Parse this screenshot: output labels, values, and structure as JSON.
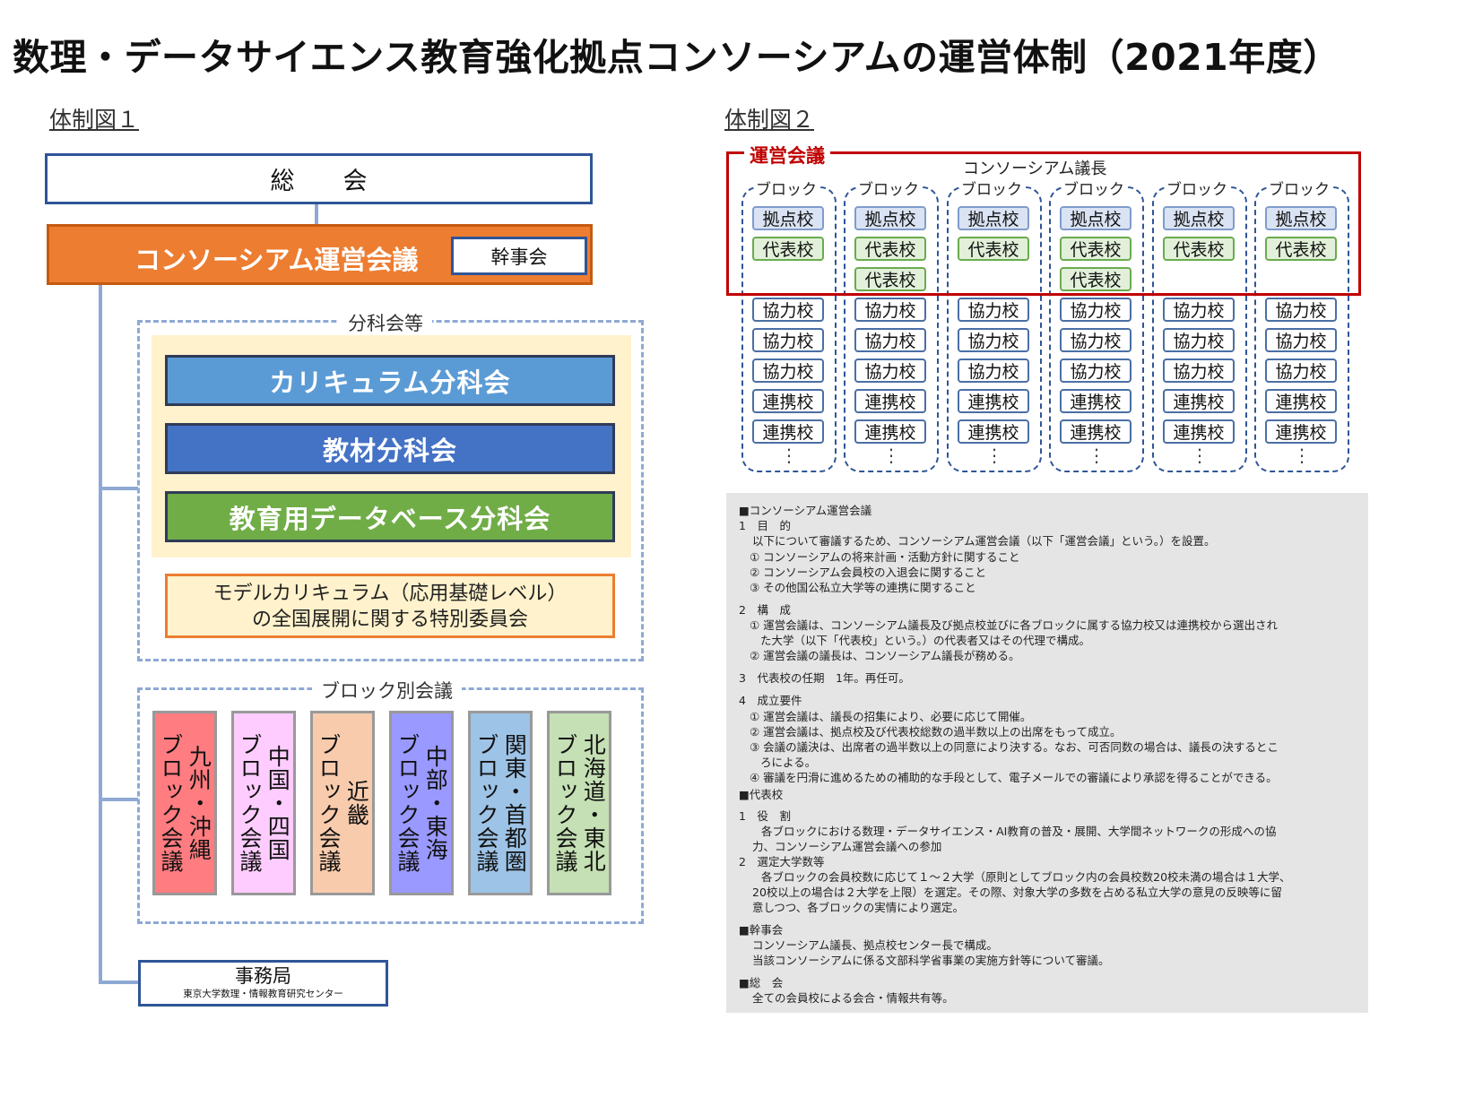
{
  "title": "数理・データサイエンス教育強化拠点コンソーシアムの運営体制（2021年度）",
  "figure1": {
    "label": "体制図１",
    "general_meeting": "総　　会",
    "steering": {
      "label": "コンソーシアム運営会議",
      "sub": "幹事会"
    },
    "subcommittees_caption": "分科会等",
    "subcommittees": [
      "カリキュラム分科会",
      "教材分科会",
      "教育用データベース分科会"
    ],
    "special_committee": [
      "モデルカリキュラム（応用基礎レベル）",
      "の全国展開に関する特別委員会"
    ],
    "blocks_caption": "ブロック別会議",
    "blocks": [
      {
        "label": "九州・沖縄\nブロック会議",
        "color": "#ff7c80"
      },
      {
        "label": "中国・四国\nブロック会議",
        "color": "#ffccff"
      },
      {
        "label": "近畿\nブロック会議",
        "color": "#f8cbad"
      },
      {
        "label": "中部・東海\nブロック会議",
        "color": "#9999ff"
      },
      {
        "label": "関東・首都圏\nブロック会議",
        "color": "#9dc3e6"
      },
      {
        "label": "北海道・東北\nブロック会議",
        "color": "#c5e0b4"
      }
    ],
    "secretariat": {
      "label": "事務局",
      "sub": "東京大学数理・情報教育研究センター"
    }
  },
  "figure2": {
    "label": "体制図２",
    "frame_label": "運営会議",
    "chair": "コンソーシアム議長",
    "columns": [
      {
        "caption": "ブロック",
        "schools": [
          "拠点校",
          "代表校",
          "協力校",
          "協力校",
          "協力校",
          "連携校",
          "連携校"
        ]
      },
      {
        "caption": "ブロック",
        "schools": [
          "拠点校",
          "代表校",
          "代表校",
          "協力校",
          "協力校",
          "協力校",
          "連携校",
          "連携校"
        ]
      },
      {
        "caption": "ブロック",
        "schools": [
          "拠点校",
          "代表校",
          "協力校",
          "協力校",
          "協力校",
          "連携校",
          "連携校"
        ]
      },
      {
        "caption": "ブロック",
        "schools": [
          "拠点校",
          "代表校",
          "代表校",
          "協力校",
          "協力校",
          "協力校",
          "連携校",
          "連携校"
        ]
      },
      {
        "caption": "ブロック",
        "schools": [
          "拠点校",
          "代表校",
          "協力校",
          "協力校",
          "協力校",
          "連携校",
          "連携校"
        ]
      },
      {
        "caption": "ブロック",
        "schools": [
          "拠点校",
          "代表校",
          "協力校",
          "協力校",
          "協力校",
          "連携校",
          "連携校"
        ]
      }
    ],
    "ellipsis": "⋮"
  },
  "text_panel": [
    "■コンソーシアム運営会議",
    "1　目　的",
    "以下について審議するため、コンソーシアム運営会議（以下「運営会議」という。）を設置。",
    "① コンソーシアムの将来計画・活動方針に関すること",
    "② コンソーシアム会員校の入退会に関すること",
    "③ その他国公私立大学等の連携に関すること",
    "2　構　成",
    "① 運営会議は、コンソーシアム議長及び拠点校並びに各ブロックに属する協力校又は連携校から選出され",
    "た大学（以下「代表校」という。）の代表者又はその代理で構成。",
    "② 運営会議の議長は、コンソーシアム議長が務める。",
    "3　代表校の任期　1年。再任可。",
    "4　成立要件",
    "① 運営会議は、議長の招集により、必要に応じて開催。",
    "② 運営会議は、拠点校及び代表校総数の過半数以上の出席をもって成立。",
    "③ 会議の議決は、出席者の過半数以上の同意により決する。なお、可否同数の場合は、議長の決するとこ",
    "ろによる。",
    "④ 審議を円滑に進めるための補助的な手段として、電子メールでの審議により承認を得ることができる。",
    "■代表校",
    "1　役　割",
    "各ブロックにおける数理・データサイエンス・AI教育の普及・展開、大学間ネットワークの形成への協",
    "力、コンソーシアム運営会議への参加",
    "2　選定大学数等",
    "各ブロックの会員校数に応じて１～２大学（原則としてブロック内の会員校数20校未満の場合は１大学、",
    "20校以上の場合は２大学を上限）を選定。その際、対象大学の多数を占める私立大学の意見の反映等に留",
    "意しつつ、各ブロックの実情により選定。",
    "■幹事会",
    "コンソーシアム議長、拠点校センター長で構成。",
    "当該コンソーシアムに係る文部科学省事業の実施方針等について審議。",
    "■総　会",
    "全ての会員校による会合・情報共有等。"
  ]
}
